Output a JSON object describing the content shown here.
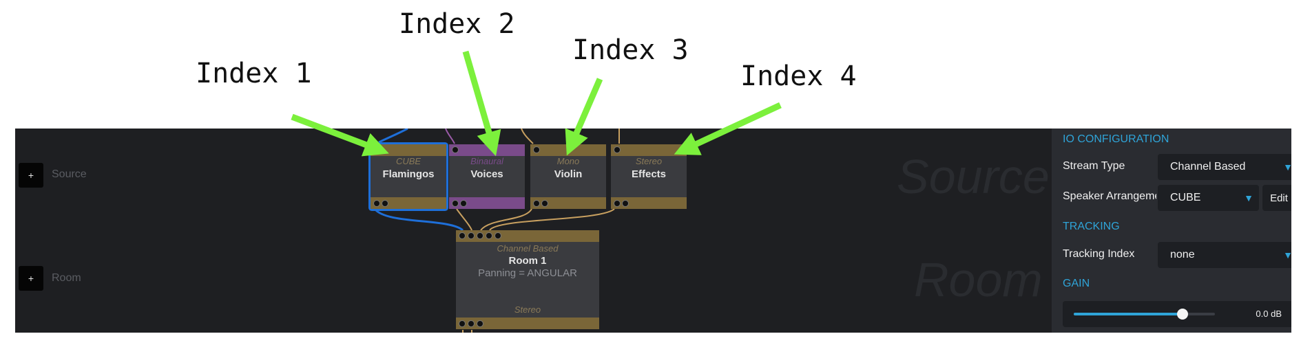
{
  "annotations": [
    "Index 1",
    "Index 2",
    "Index 3",
    "Index 4"
  ],
  "graph": {
    "rows": [
      {
        "button": "+",
        "label": "Source"
      },
      {
        "button": "+",
        "label": "Room"
      }
    ],
    "watermarks": [
      "Source",
      "Room"
    ],
    "sources": [
      {
        "type": "CUBE",
        "name": "Flamingos",
        "bar_color": "#7a6638",
        "type_color": "#8a7a58",
        "selected": true
      },
      {
        "type": "Binaural",
        "name": "Voices",
        "bar_color": "#7a4b8a",
        "type_color": "#7a4b8a",
        "selected": false
      },
      {
        "type": "Mono",
        "name": "Violin",
        "bar_color": "#7a6638",
        "type_color": "#8a7a58",
        "selected": false
      },
      {
        "type": "Stereo",
        "name": "Effects",
        "bar_color": "#7a6638",
        "type_color": "#8a7a58",
        "selected": false
      }
    ],
    "room": {
      "type": "Channel Based",
      "name": "Room 1",
      "panning": "Panning = ANGULAR",
      "output": "Stereo"
    }
  },
  "panel": {
    "io_title": "IO CONFIGURATION",
    "stream_type_label": "Stream Type",
    "stream_type_value": "Channel Based",
    "speaker_label": "Speaker Arrangement",
    "speaker_value": "CUBE",
    "edit_label": "Edit",
    "tracking_title": "TRACKING",
    "tracking_index_label": "Tracking Index",
    "tracking_index_value": "none",
    "gain_title": "GAIN",
    "gain_value": "0.0 dB",
    "gain_fraction": 0.77,
    "caret_icon": "▼"
  },
  "colors": {
    "accent": "#2fa4d8",
    "arrow": "#7cf03c",
    "selection": "#1e6fd9"
  }
}
